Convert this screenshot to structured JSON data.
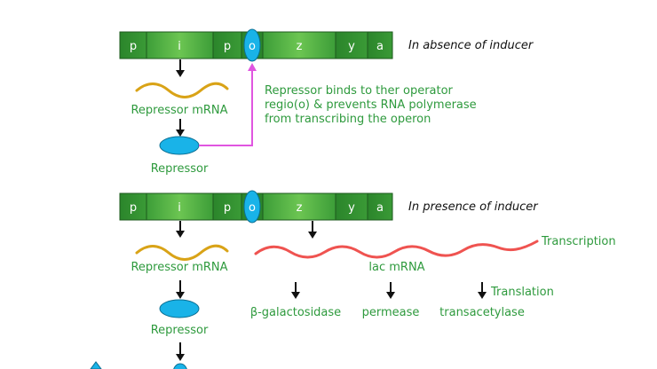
{
  "colors": {
    "gene_dark": "#2f8a2f",
    "gene_light": "#64c04c",
    "operator": "#19b3e8",
    "repressor": "#19b3e8",
    "repressor_mrna": "#d9a317",
    "lac_mrna": "#ef5350",
    "bind_arrow": "#e055e0",
    "label_text": "#2e9a3d"
  },
  "top_panel": {
    "segments": {
      "p": "p",
      "i": "i",
      "p2": "p",
      "o": "o",
      "z": "z",
      "y": "y",
      "a": "a"
    },
    "condition": "In absence of inducer",
    "repressor_mrna_label": "Repressor mRNA",
    "repressor_label": "Repressor",
    "binding_note": [
      "Repressor binds to ther operator",
      "regio(o) & prevents RNA polymerase",
      "from transcribing the operon"
    ]
  },
  "bottom_panel": {
    "segments": {
      "p": "p",
      "i": "i",
      "p2": "p",
      "o": "o",
      "z": "z",
      "y": "y",
      "a": "a"
    },
    "condition": "In presence of inducer",
    "repressor_mrna_label": "Repressor mRNA",
    "repressor_label": "Repressor",
    "transcription_label": "Transcription",
    "lac_mrna_label": "lac mRNA",
    "translation_label": "Translation",
    "enzymes": [
      "β-galactosidase",
      "permease",
      "transacetylase"
    ]
  }
}
